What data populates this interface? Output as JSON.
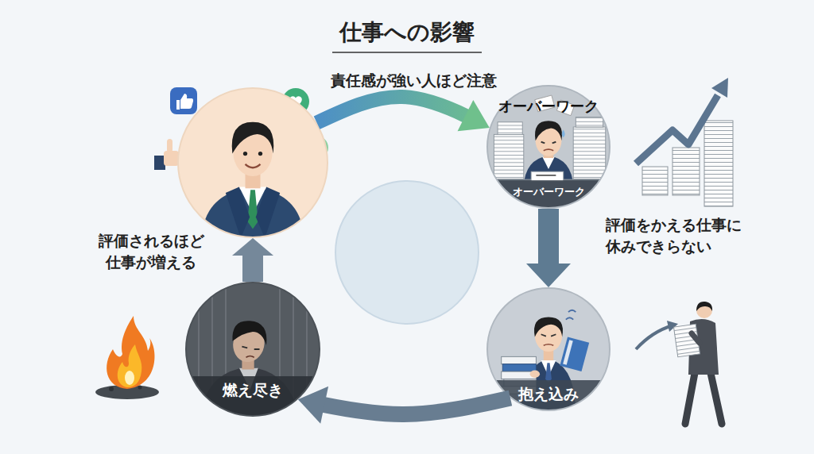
{
  "diagram": {
    "title": "仕事への影響",
    "nodes": [
      {
        "text": []
      },
      {
        "text": [
          "オーバーワーク",
          "オーバーワーク"
        ]
      },
      {
        "text": [
          "抱え込み"
        ]
      },
      {
        "text": [
          "燃え尽き"
        ]
      }
    ],
    "edges": [
      {
        "from": 0,
        "to": 1,
        "arrow": "to",
        "label": "責任感が強い人ほど注意"
      },
      {
        "from": 1,
        "to": 2,
        "arrow": "to",
        "label": "評価をかえる仕事に 休みできらない"
      },
      {
        "from": 2,
        "to": 3,
        "arrow": "to"
      },
      {
        "from": 3,
        "to": 0,
        "arrow": "to",
        "label": "評価されるほど 仕事が増える"
      }
    ]
  }
}
